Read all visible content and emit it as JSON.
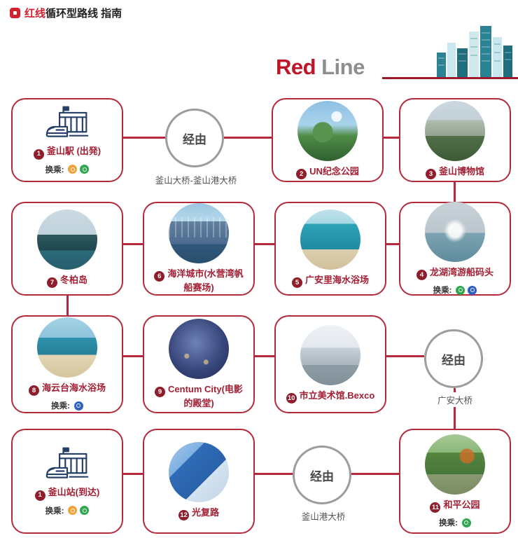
{
  "colors": {
    "accent_red": "#b42a3c",
    "title_red": "#c01428",
    "title_gray": "#8c8e90",
    "badge_red": "#8f1d2c"
  },
  "header": {
    "prefix": "红线",
    "rest": "循环型路线 指南"
  },
  "title": {
    "word1": "Red",
    "word2": "Line"
  },
  "transfer_label": "换乘:",
  "via_label": "经由",
  "vias": [
    {
      "caption": "釜山大桥-釜山港大桥"
    },
    {
      "caption": "广安大桥"
    },
    {
      "caption": "釜山港大桥"
    }
  ],
  "stops": [
    {
      "num": "1",
      "label": "釜山駅 (出発)",
      "transfers": [
        {
          "line": "orange",
          "color": "#f0a23c"
        },
        {
          "line": "green",
          "color": "#2fa84f"
        }
      ]
    },
    {
      "num": "2",
      "label": "UN纪念公园"
    },
    {
      "num": "3",
      "label": "釜山博物馆"
    },
    {
      "num": "4",
      "label": "龙湖湾游船码头",
      "transfers": [
        {
          "line": "green",
          "color": "#2fa84f"
        },
        {
          "line": "blue",
          "color": "#2f5fc4"
        }
      ]
    },
    {
      "num": "5",
      "label": "广安里海水浴场"
    },
    {
      "num": "6",
      "label": "海洋城市(水营湾帆船赛场)"
    },
    {
      "num": "7",
      "label": "冬柏岛"
    },
    {
      "num": "8",
      "label": "海云台海水浴场",
      "transfers": [
        {
          "line": "blue",
          "color": "#2f5fc4"
        }
      ]
    },
    {
      "num": "9",
      "label": "Centum City(电影的殿堂)"
    },
    {
      "num": "10",
      "label": "市立美术馆.Bexco"
    },
    {
      "num": "11",
      "label": "和平公园",
      "transfers": [
        {
          "line": "green",
          "color": "#2fa84f"
        }
      ]
    },
    {
      "num": "12",
      "label": "光复路"
    },
    {
      "num": "1",
      "label": "釜山站(到达)",
      "transfers": [
        {
          "line": "orange",
          "color": "#f0a23c"
        },
        {
          "line": "green",
          "color": "#2fa84f"
        }
      ]
    }
  ]
}
